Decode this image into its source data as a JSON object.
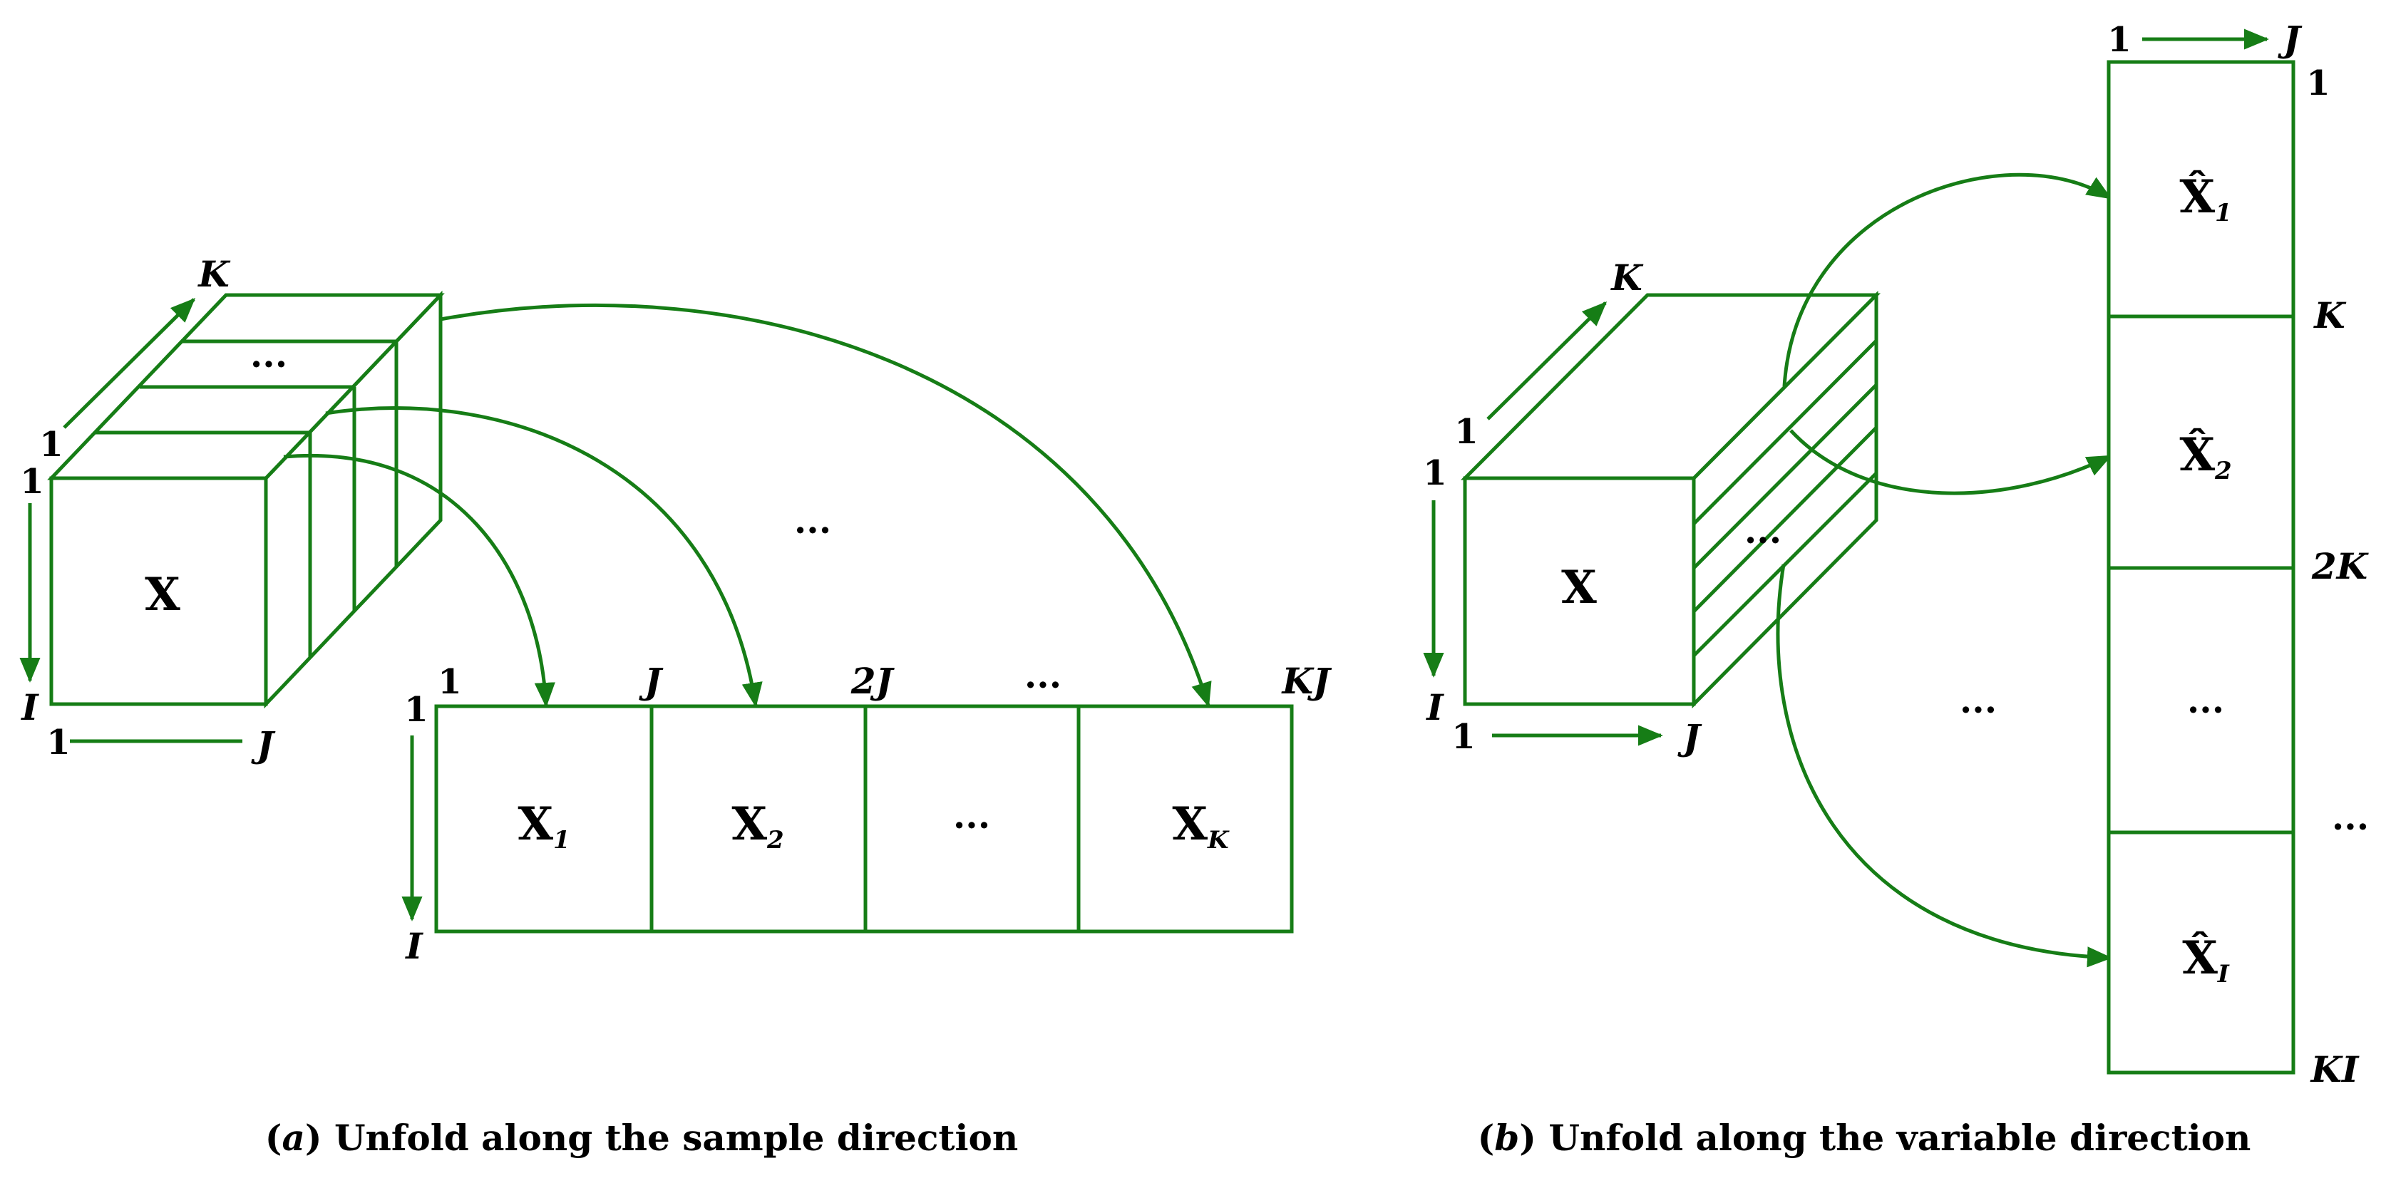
{
  "colors": {
    "stroke": "#167d16",
    "text": "#000000",
    "background": "#ffffff"
  },
  "panel_a": {
    "cube": {
      "label": "X",
      "k_axis": "K",
      "k_start": "1",
      "i_start": "1",
      "i_axis": "I",
      "j_start": "1",
      "j_axis": "J",
      "slice_dots": "..."
    },
    "middle_dots": "...",
    "matrix": {
      "tick_1": "1",
      "tick_j": "J",
      "tick_2j": "2J",
      "tick_dots": "...",
      "tick_kj": "KJ",
      "row_start": "1",
      "row_end": "I",
      "cells": [
        {
          "main": "X",
          "sub": "1"
        },
        {
          "main": "X",
          "sub": "2"
        },
        {
          "main": "...",
          "sub": ""
        },
        {
          "main": "X",
          "sub": "K"
        }
      ]
    },
    "caption": {
      "open": "(",
      "letter": "a",
      "close": ")",
      "text": " Unfold along the sample direction"
    }
  },
  "panel_b": {
    "cube": {
      "label": "X",
      "k_axis": "K",
      "k_start": "1",
      "i_start": "1",
      "i_axis": "I",
      "j_start": "1",
      "j_axis": "J",
      "slice_dots": "..."
    },
    "left_dots": "...",
    "matrix": {
      "col_start": "1",
      "col_end": "J",
      "tick_1": "1",
      "tick_k": "K",
      "tick_2k": "2K",
      "tick_dots": "...",
      "tick_ki": "KI",
      "cells": [
        {
          "main": "X̂",
          "sub": "1"
        },
        {
          "main": "X̂",
          "sub": "2"
        },
        {
          "main": "...",
          "sub": ""
        },
        {
          "main": "X̂",
          "sub": "I"
        }
      ]
    },
    "caption": {
      "open": "(",
      "letter": "b",
      "close": ")",
      "text": " Unfold along the variable direction"
    }
  }
}
